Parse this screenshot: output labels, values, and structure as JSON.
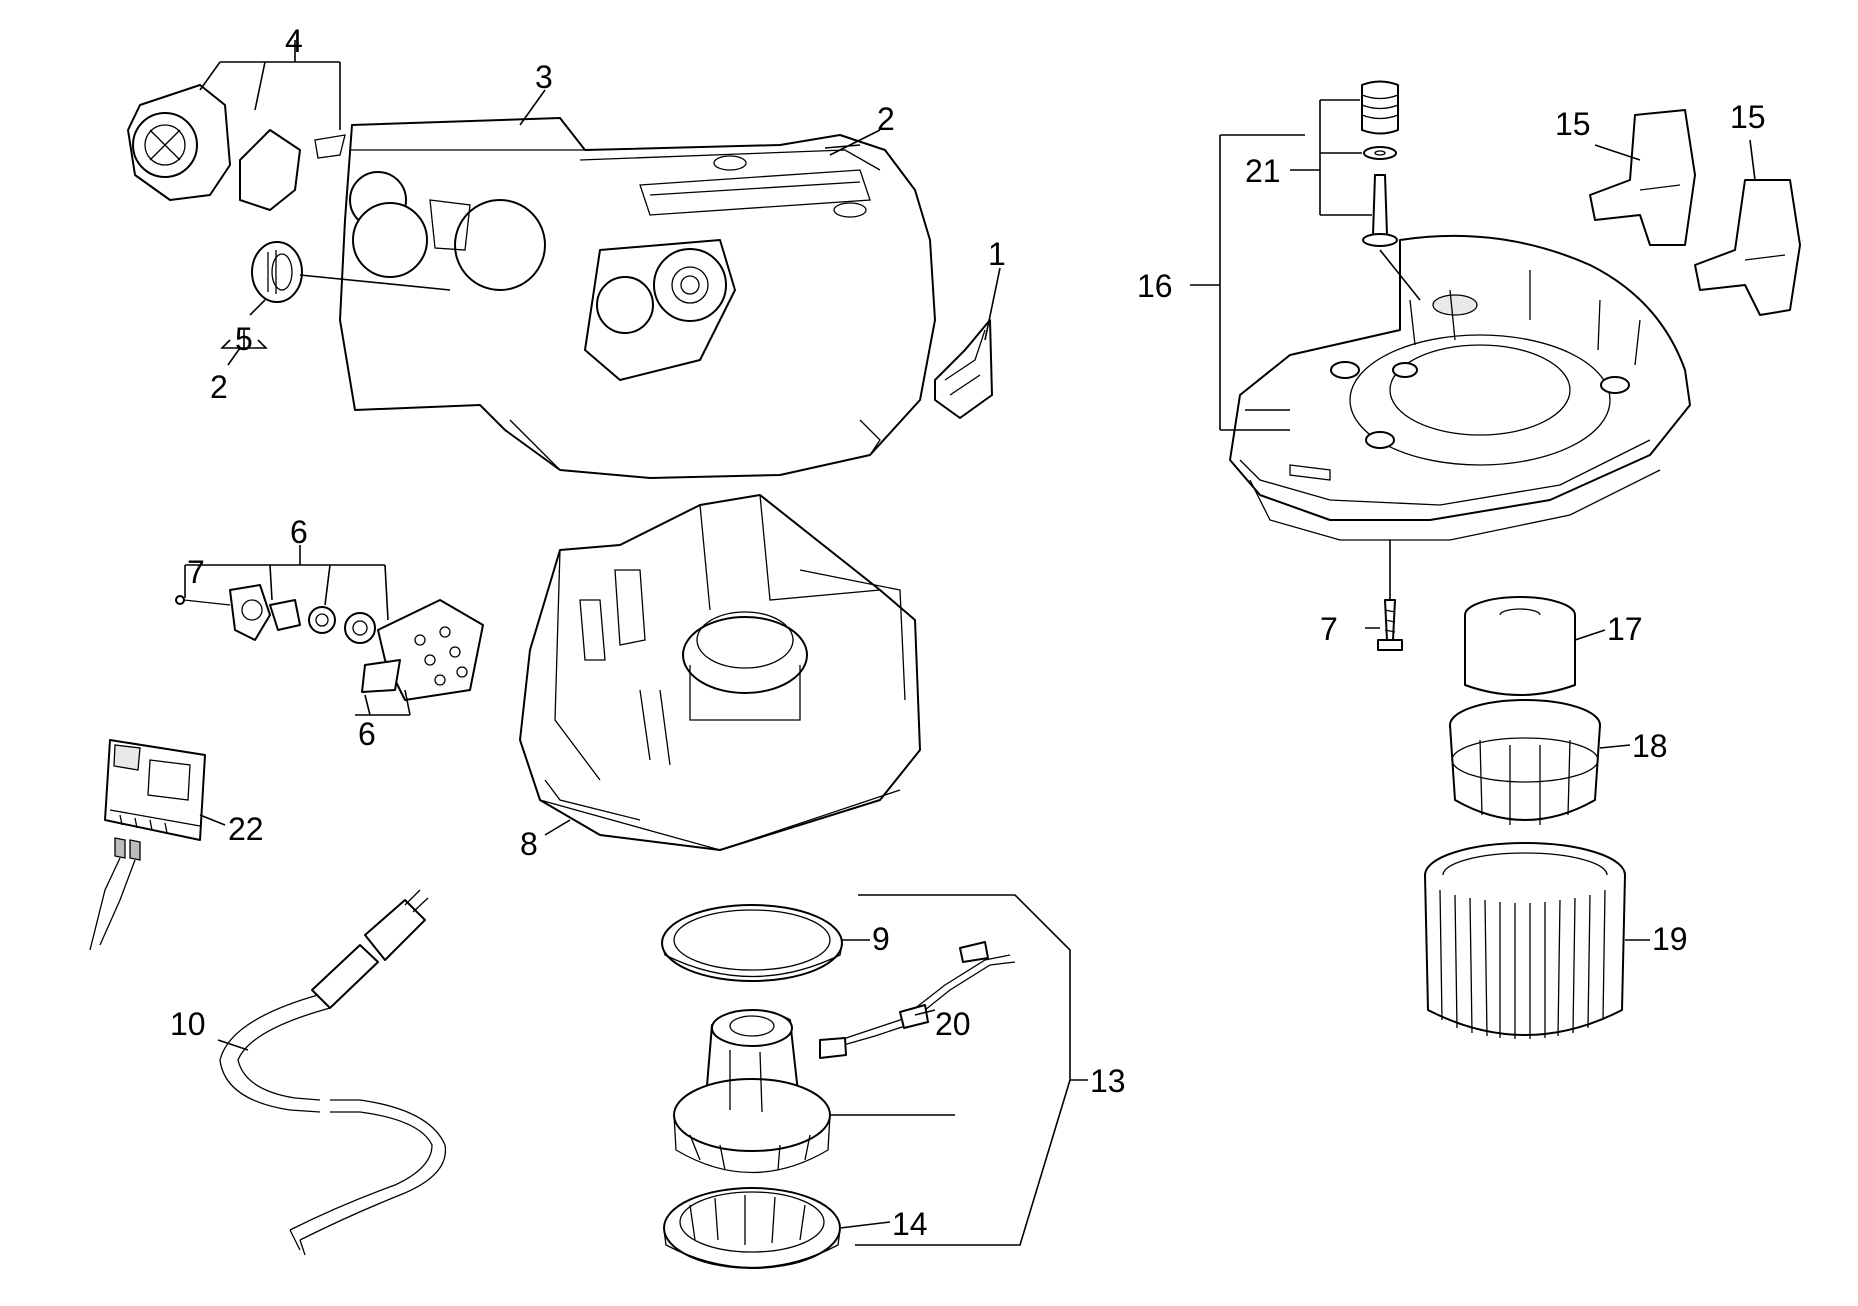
{
  "diagram": {
    "callouts": {
      "c1": "1",
      "c2a": "2",
      "c2b": "2",
      "c3": "3",
      "c4": "4",
      "c5": "5",
      "c6a": "6",
      "c6b": "6",
      "c7a": "7",
      "c7b": "7",
      "c8": "8",
      "c9": "9",
      "c10": "10",
      "c13": "13",
      "c14": "14",
      "c15a": "15",
      "c15b": "15",
      "c16": "16",
      "c17": "17",
      "c18": "18",
      "c19": "19",
      "c20": "20",
      "c21": "21",
      "c22": "22"
    }
  }
}
